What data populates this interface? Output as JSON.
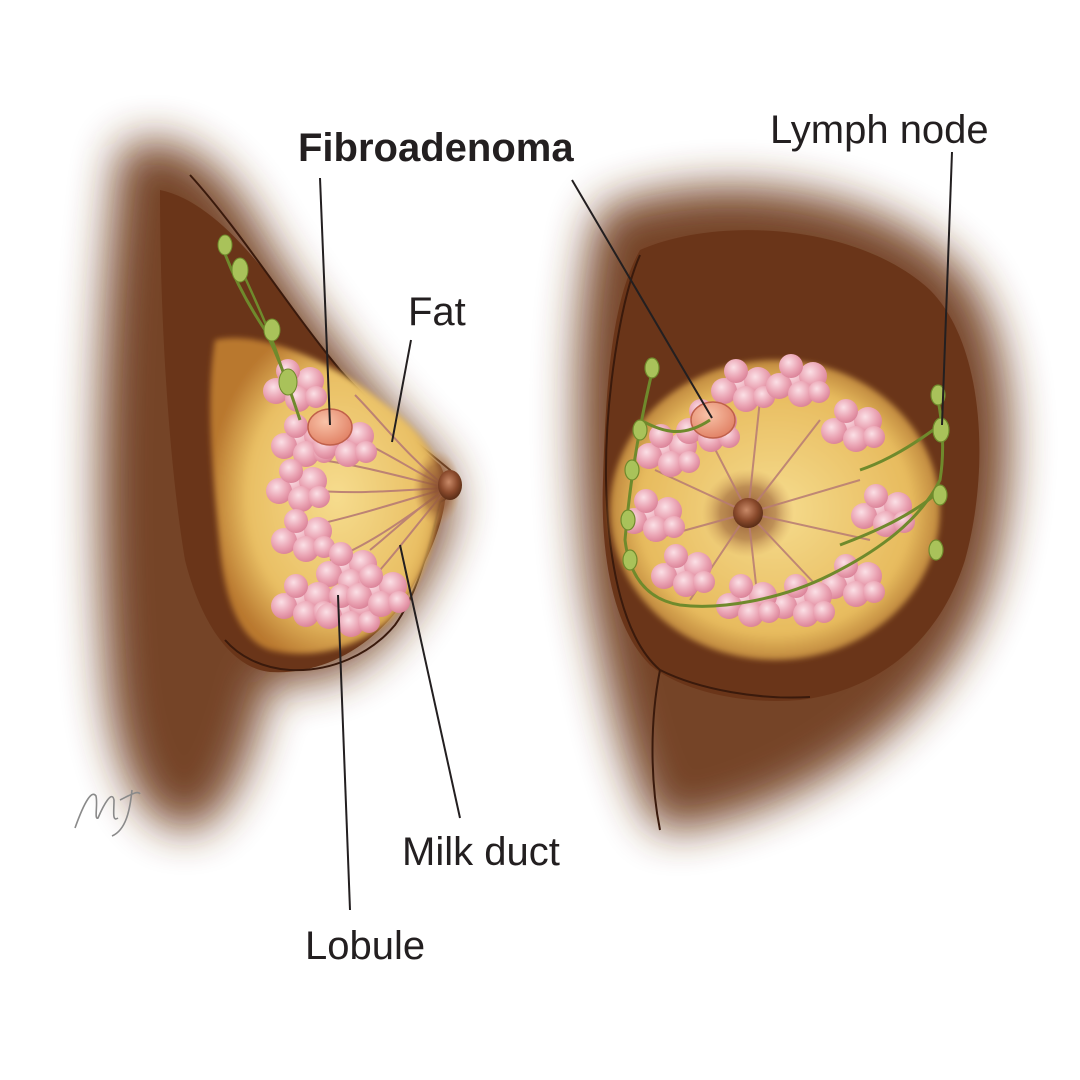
{
  "labels": {
    "fibroadenoma": "Fibroadenoma",
    "lymph_node": "Lymph node",
    "fat": "Fat",
    "milk_duct": "Milk duct",
    "lobule": "Lobule"
  },
  "signature": "MJ",
  "colors": {
    "skin": "#7a4022",
    "skin_dark": "#5a2d16",
    "fat": "#f2d27e",
    "lobule": "#eaa3b3",
    "lymph": "#a9c25a",
    "lymph_vessel": "#6f8a2c",
    "fibroadenoma": "#ec9a7c",
    "leader": "#231f20"
  }
}
